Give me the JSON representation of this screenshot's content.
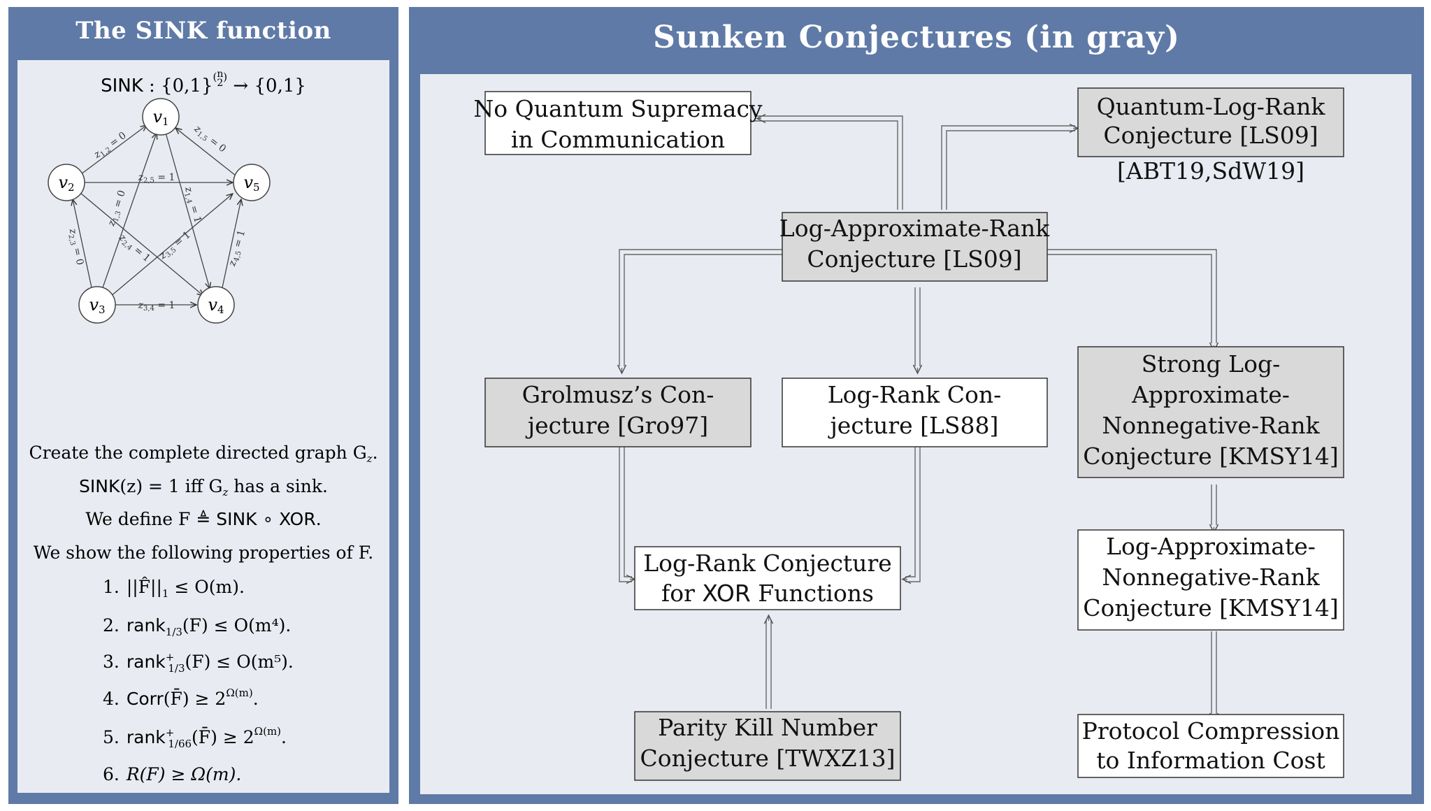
{
  "left_panel": {
    "title": "The SINK function",
    "definition": {
      "name": "SINK",
      "colon": " : ",
      "domain": "{0,1}",
      "exp_top": "n",
      "exp_bot": "2",
      "arrow": " → ",
      "codomain": "{0,1}"
    },
    "vertices": [
      {
        "id": "v1",
        "base": "v",
        "sub": "1"
      },
      {
        "id": "v2",
        "base": "v",
        "sub": "2"
      },
      {
        "id": "v3",
        "base": "v",
        "sub": "3"
      },
      {
        "id": "v4",
        "base": "v",
        "sub": "4"
      },
      {
        "id": "v5",
        "base": "v",
        "sub": "5"
      }
    ],
    "edges": [
      {
        "label_base": "z",
        "label_sub": "1,2",
        "value": "= 0"
      },
      {
        "label_base": "z",
        "label_sub": "1,5",
        "value": "= 0"
      },
      {
        "label_base": "z",
        "label_sub": "2,5",
        "value": "= 1"
      },
      {
        "label_base": "z",
        "label_sub": "1,3",
        "value": "= 0"
      },
      {
        "label_base": "z",
        "label_sub": "1,4",
        "value": "= 1"
      },
      {
        "label_base": "z",
        "label_sub": "2,3",
        "value": "= 0"
      },
      {
        "label_base": "z",
        "label_sub": "2,4",
        "value": "= 1"
      },
      {
        "label_base": "z",
        "label_sub": "3,5",
        "value": "= 1"
      },
      {
        "label_base": "z",
        "label_sub": "4,5",
        "value": "= 1"
      },
      {
        "label_base": "z",
        "label_sub": "3,4",
        "value": "= 1"
      }
    ],
    "text": {
      "line1": "Create the complete directed graph G",
      "line1_sub": "z",
      "line1_end": ".",
      "line2_a": "SINK",
      "line2_b": "(z) = 1 iff G",
      "line2_sub": "z",
      "line2_c": " has a sink.",
      "line3_a": "We define F ≜ ",
      "line3_b": "SINK ∘ XOR",
      "line3_c": ".",
      "line4": "We show the following properties of F."
    },
    "properties": [
      {
        "num": "1.",
        "pre": "",
        "main": "||F̂||",
        "sub": "1",
        "sup": "",
        "post": " ≤ O(m)."
      },
      {
        "num": "2.",
        "pre": "rank",
        "main": "",
        "sub": "1/3",
        "sup": "",
        "post": "(F) ≤ O(m⁴)."
      },
      {
        "num": "3.",
        "pre": "rank",
        "main": "",
        "sub": "1/3",
        "sup": "+",
        "post": "(F) ≤ O(m⁵)."
      },
      {
        "num": "4.",
        "pre": "Corr",
        "main": "",
        "sub": "",
        "sup": "",
        "post": "(F̄) ≥ 2",
        "post_sup": "Ω(m)",
        "post_end": "."
      },
      {
        "num": "5.",
        "pre": "rank",
        "main": "",
        "sub": "1/66",
        "sup": "+",
        "post": "(F̄) ≥ 2",
        "post_sup": "Ω(m)",
        "post_end": "."
      },
      {
        "num": "6.",
        "pre": "",
        "main": "R(F) ≥ Ω(m).",
        "sub": "",
        "sup": "",
        "post": ""
      }
    ]
  },
  "right_panel": {
    "title": "Sunken Conjectures (in gray)",
    "nodes": {
      "no_quantum": {
        "lines": [
          "No Quantum Supremacy",
          "in Communication"
        ],
        "sunken": false
      },
      "qlr": {
        "lines": [
          "Quantum-Log-Rank",
          "Conjecture [LS09]"
        ],
        "sunken": true,
        "caption": "[ABT19,SdW19]"
      },
      "lar": {
        "lines": [
          "Log-Approximate-Rank",
          "Conjecture [LS09]"
        ],
        "sunken": true
      },
      "grolmusz": {
        "lines": [
          "Grolmusz’s Con-",
          "jecture [Gro97]"
        ],
        "sunken": true
      },
      "logrank": {
        "lines": [
          "Log-Rank Con-",
          "jecture [LS88]"
        ],
        "sunken": false
      },
      "strong": {
        "lines": [
          "Strong Log-",
          "Approximate-",
          "Nonnegative-Rank",
          "Conjecture [KMSY14]"
        ],
        "sunken": true
      },
      "xor": {
        "line1_a": "Log-Rank Conjecture",
        "line2_a": "for ",
        "line2_b": "XOR",
        "line2_c": " Functions",
        "sunken": false
      },
      "lanr": {
        "lines": [
          "Log-Approximate-",
          "Nonnegative-Rank",
          "Conjecture [KMSY14]"
        ],
        "sunken": false
      },
      "parity": {
        "lines": [
          "Parity Kill Number",
          "Conjecture [TWXZ13]"
        ],
        "sunken": true
      },
      "protocol": {
        "lines": [
          "Protocol Compression",
          "to Information Cost"
        ],
        "sunken": false
      }
    }
  },
  "colors": {
    "panel": "#5f7aa6",
    "inner": "#e8ecf2",
    "sunken_box": "#d9d9d9",
    "open_box": "#ffffff"
  }
}
